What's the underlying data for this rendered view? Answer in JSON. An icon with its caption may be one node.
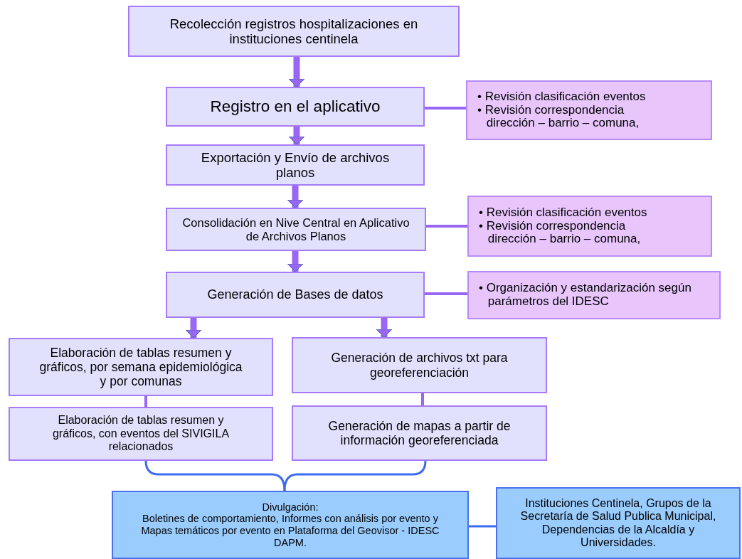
{
  "diagram": {
    "nodes": [
      {
        "text": [
          "Recolección registros hospitalizaciones en instituciones centinela"
        ]
      },
      {
        "text": [
          "Registro en el aplicativo"
        ]
      },
      {
        "text": [
          "Exportación y Envío de archivos planos"
        ]
      },
      {
        "text": [
          "Consolidación en Nive Central en Aplicativo de Archivos Planos"
        ]
      },
      {
        "text": [
          "Generación de Bases de datos"
        ]
      },
      {
        "text": [
          "• Revisión clasificación eventos",
          "• Revisión correspondencia dirección – barrio – comuna,"
        ]
      },
      {
        "text": [
          "• Revisión clasificación eventos",
          "• Revisión correspondencia dirección – barrio – comuna,"
        ]
      },
      {
        "text": [
          "• Organización y estandarización según parámetros del IDESC"
        ]
      },
      {
        "text": [
          "Elaboración de tablas resumen y gráficos, por semana epidemiológica y por comunas"
        ]
      },
      {
        "text": [
          "Generación de archivos txt para georeferenciación"
        ]
      },
      {
        "text": [
          "Elaboración de tablas resumen y gráficos, con eventos del SIVIGILA relacionados"
        ]
      },
      {
        "text": [
          "Generación de mapas a partir de información georeferenciada"
        ]
      },
      {
        "text": [
          "Divulgación:",
          "Boletines de comportamiento, Informes con análisis por evento y Mapas temáticos por evento en Plataforma del Geovisor - IDESC  DAPM."
        ]
      },
      {
        "text": [
          "Instituciones Centinela, Grupos de la Secretaría de Salud Publica Municipal, Dependencias de la Alcaldía y Universidades."
        ]
      }
    ],
    "edges": [
      {
        "from": 0,
        "to": 1,
        "arrow": "to",
        "style": "thick"
      },
      {
        "from": 1,
        "to": 2,
        "arrow": "to",
        "style": "thick"
      },
      {
        "from": 2,
        "to": 3,
        "arrow": "to",
        "style": "thick"
      },
      {
        "from": 3,
        "to": 4,
        "arrow": "to",
        "style": "thick"
      },
      {
        "from": 4,
        "to": 8,
        "arrow": "to",
        "style": "thick"
      },
      {
        "from": 4,
        "to": 9,
        "arrow": "to",
        "style": "thick"
      },
      {
        "from": 1,
        "to": 5,
        "arrow": "none"
      },
      {
        "from": 3,
        "to": 6,
        "arrow": "none"
      },
      {
        "from": 4,
        "to": 7,
        "arrow": "none"
      },
      {
        "from": 8,
        "to": 10,
        "arrow": "none"
      },
      {
        "from": 9,
        "to": 11,
        "arrow": "none"
      },
      {
        "from": 10,
        "to": 12,
        "arrow": "none",
        "color": "#3d6bef"
      },
      {
        "from": 11,
        "to": 12,
        "arrow": "none",
        "color": "#3d6bef"
      },
      {
        "from": 12,
        "to": 13,
        "arrow": "none",
        "color": "#3d6bef"
      }
    ]
  }
}
